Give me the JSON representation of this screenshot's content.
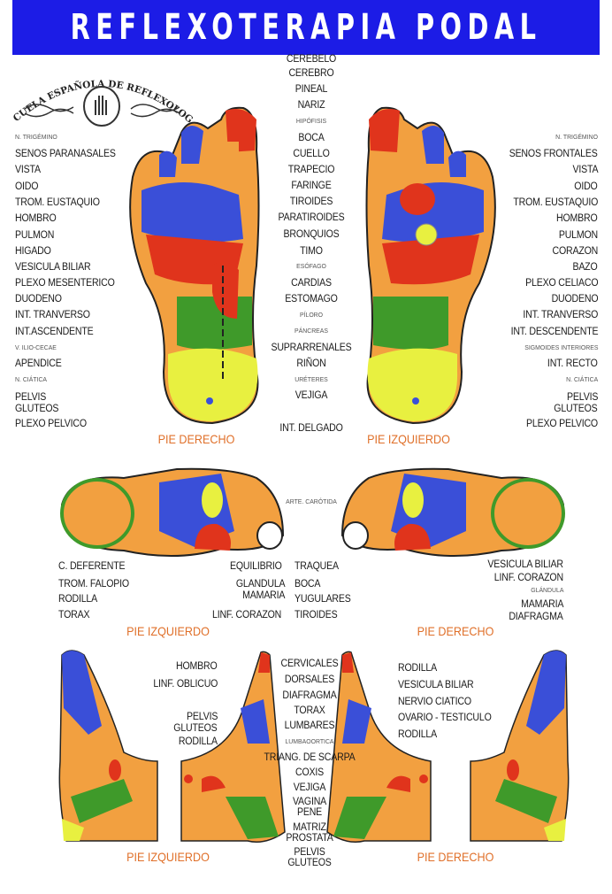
{
  "title": "REFLEXOTERAPIA PODAL",
  "logo_text": "ESCUELA ESPAÑOLA DE REFLEXOLOGIA",
  "colors": {
    "title_bar": "#1c1ce6",
    "caption": "#e0702a",
    "red": "#e0341c",
    "blue": "#3a4fd8",
    "green": "#3f9a2a",
    "yellow": "#e8f040",
    "orange": "#f2a040",
    "gray": "#a09a90"
  },
  "plantar": {
    "left_labels": [
      "N. TRIGÉMINO",
      "SENOS PARANASALES",
      "VISTA",
      "OIDO",
      "TROM. EUSTAQUIO",
      "HOMBRO",
      "PULMON",
      "HIGADO",
      "VESICULA BILIAR",
      "PLEXO MESENTERICO",
      "DUODENO",
      "INT. TRANVERSO",
      "INT.ASCENDENTE",
      "V. ILIO-CECAE",
      "APENDICE",
      "N. CIÁTICA",
      "PELVIS",
      "GLUTEOS",
      "PLEXO PELVICO"
    ],
    "center_labels": [
      "CEREBELO",
      "CEREBRO",
      "PINEAL",
      "NARIZ",
      "HIPÓFISIS",
      "BOCA",
      "CUELLO",
      "TRAPECIO",
      "FARINGE",
      "TIROIDES",
      "PARATIROIDES",
      "BRONQUIOS",
      "TIMO",
      "ESÓFAGO",
      "CARDIAS",
      "ESTOMAGO",
      "PÍLORO",
      "PÁNCREAS",
      "SUPRARRENALES",
      "RIÑON",
      "URÉTERES",
      "VEJIGA",
      "INT. DELGADO"
    ],
    "right_labels": [
      "N. TRIGÉMINO",
      "SENOS FRONTALES",
      "VISTA",
      "OIDO",
      "TROM. EUSTAQUIO",
      "HOMBRO",
      "PULMON",
      "CORAZON",
      "BAZO",
      "PLEXO CELIACO",
      "DUODENO",
      "INT. TRANVERSO",
      "INT. DESCENDENTE",
      "SIGMOIDES INTERIORES",
      "INT. RECTO",
      "N. CIÁTICA",
      "PELVIS",
      "GLUTEOS",
      "PLEXO PELVICO"
    ],
    "captions": [
      "PIE DERECHO",
      "PIE IZQUIERDO"
    ]
  },
  "dorsal": {
    "labels": [
      "ARTE. CARÓTIDA",
      "C. DEFERENTE",
      "TROM. FALOPIO",
      "RODILLA",
      "TORAX",
      "EQUILIBRIO",
      "GLANDULA",
      "MAMARIA",
      "LINF. CORAZON",
      "TRAQUEA",
      "BOCA",
      "YUGULARES",
      "TIROIDES",
      "VESICULA BILIAR",
      "LINF. CORAZON",
      "GLÁNDULA",
      "MAMARIA",
      "DIAFRAGMA"
    ],
    "captions": [
      "PIE IZQUIERDO",
      "PIE DERECHO"
    ]
  },
  "lateral": {
    "labels": [
      "HOMBRO",
      "LINF. OBLICUO",
      "PELVIS",
      "GLUTEOS",
      "RODILLA",
      "CERVICALES",
      "DORSALES",
      "DIAFRAGMA",
      "TORAX",
      "LUMBARES",
      "LUMBAOORTICA",
      "TRIANG. DE SCARPA",
      "COXIS",
      "VEJIGA",
      "VAGINA",
      "PENE",
      "MATRIZ",
      "PROSTATA",
      "PELVIS",
      "GLUTEOS",
      "RODILLA",
      "VESICULA BILIAR",
      "NERVIO CIATICO",
      "OVARIO - TESTICULO",
      "RODILLA"
    ],
    "captions": [
      "PIE IZQUIERDO",
      "PIE DERECHO"
    ]
  }
}
